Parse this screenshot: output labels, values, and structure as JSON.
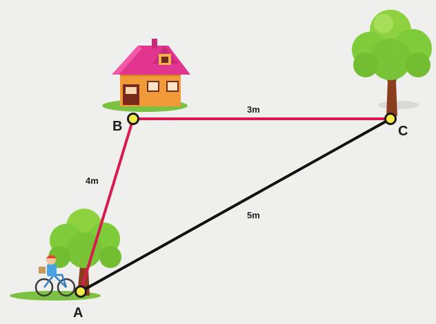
{
  "points": {
    "a": {
      "label": "A"
    },
    "b": {
      "label": "B"
    },
    "c": {
      "label": "C"
    }
  },
  "segments": {
    "ab": {
      "length_label": "4m",
      "color": "#d81b4f"
    },
    "bc": {
      "length_label": "3m",
      "color": "#d81b4f"
    },
    "ac": {
      "length_label": "5m",
      "color": "#111111"
    }
  },
  "icons": {
    "house": "house-icon",
    "tree_c": "tree-icon",
    "tree_a": "tree-icon",
    "cyclist": "cyclist-icon"
  },
  "colors": {
    "background": "#efefee",
    "node_fill": "#f3ea4a",
    "node_stroke": "#1a1a1a",
    "grass": "#7dc142",
    "foliage": "#7fcc3a",
    "trunk": "#8a3e1e",
    "roof": "#e2358f",
    "wall": "#f09a3a"
  }
}
